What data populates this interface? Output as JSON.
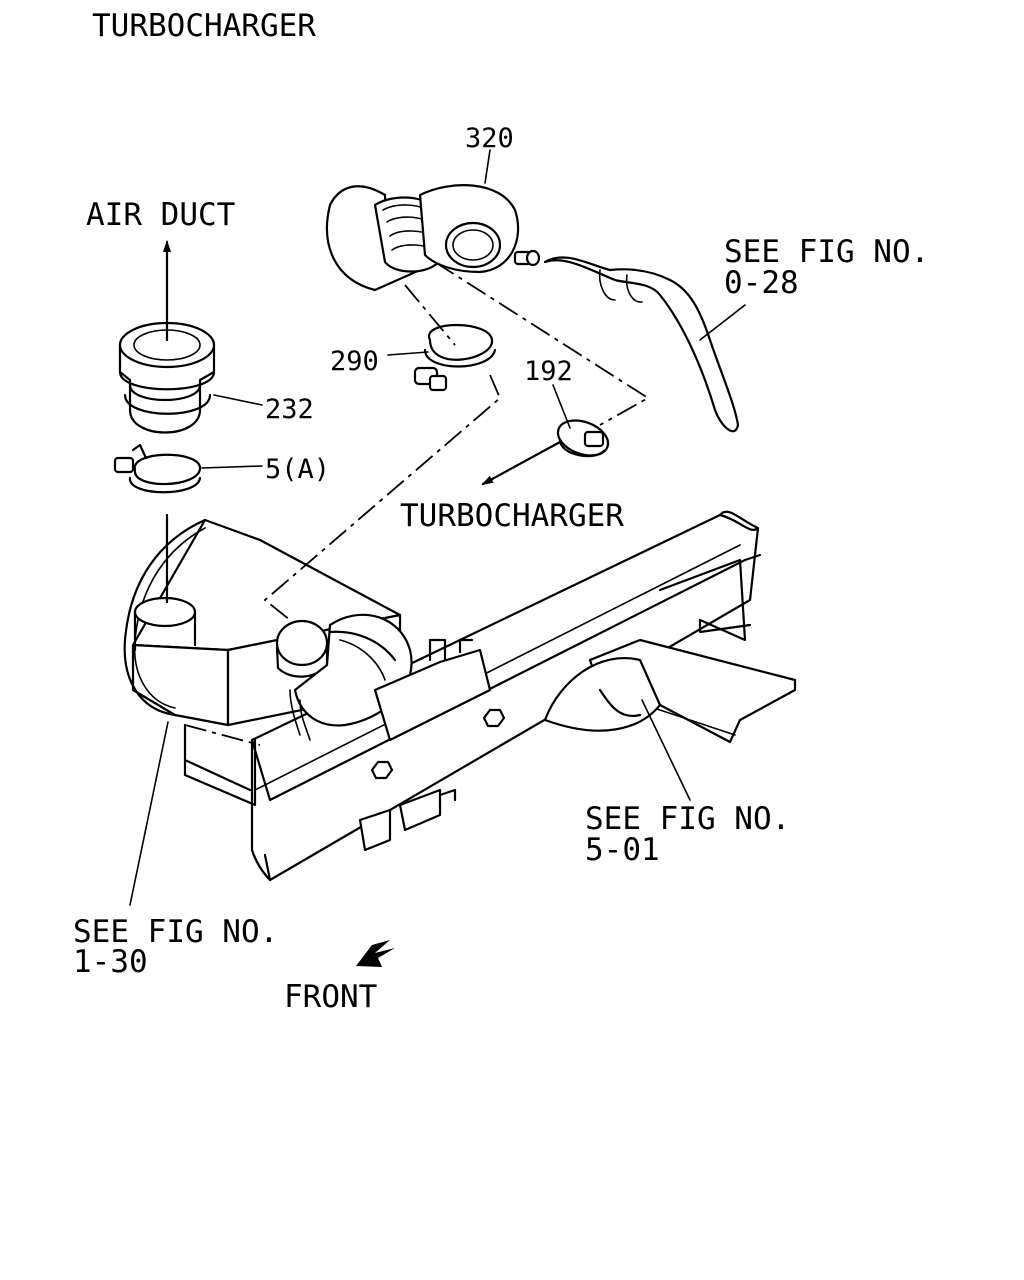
{
  "title": "TURBOCHARGER",
  "callouts": {
    "air_duct": "AIR DUCT",
    "turbocharger": "TURBOCHARGER",
    "front": "FRONT",
    "ref_0_28": {
      "line1": "SEE FIG NO.",
      "line2": "0-28"
    },
    "ref_5_01": {
      "line1": "SEE FIG NO.",
      "line2": "5-01"
    },
    "ref_1_30": {
      "line1": "SEE FIG NO.",
      "line2": "1-30"
    }
  },
  "part_numbers": {
    "p320": "320",
    "p290": "290",
    "p192": "192",
    "p232": "232",
    "p5a": "5(A)"
  },
  "icons": [
    "front-direction-arrow-icon",
    "air-duct-arrow-icon",
    "turbocharger-arrow-icon"
  ]
}
